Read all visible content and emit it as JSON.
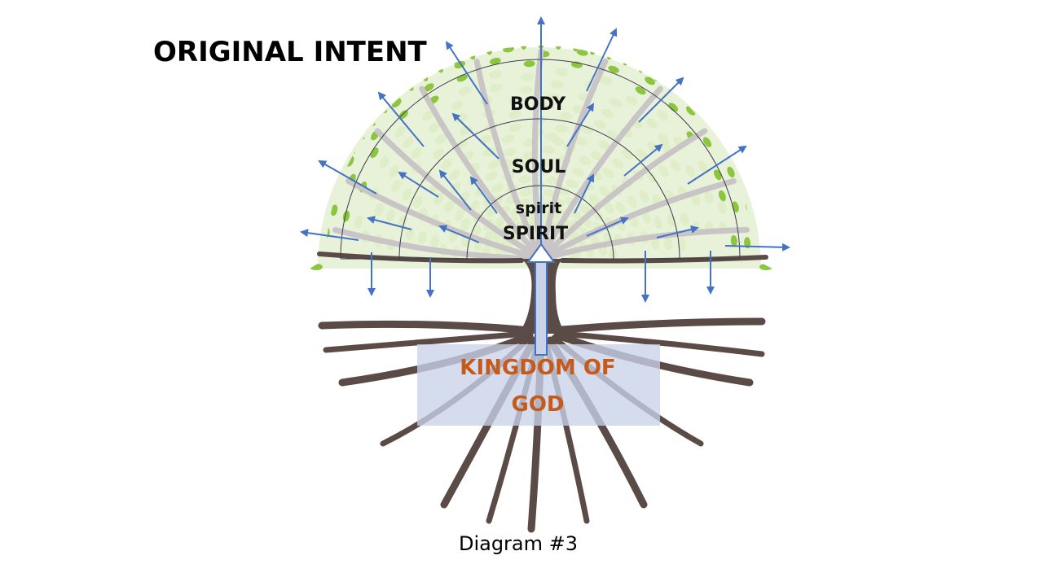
{
  "title": "ORIGINAL INTENT",
  "rings": {
    "body": "BODY",
    "soul": "SOUL",
    "spirit_lower": "spirit",
    "spirit_upper": "SPIRIT"
  },
  "kingdom": {
    "line1": "KINGDOM OF",
    "line2": "GOD"
  },
  "caption": "Diagram #3",
  "colors": {
    "arrow": "#4472c4",
    "trunk": "#5b4b46",
    "branch": "#c9c5c6",
    "leaf_light": "#dfedc8",
    "leaf_dark": "#8cc63f",
    "ring_line": "#3c3c50",
    "kingdom_box": "#c8d2e8",
    "kingdom_text": "#c65a1a"
  },
  "icons": {
    "tree": "tree-illustration",
    "arrow": "arrow-icon"
  }
}
